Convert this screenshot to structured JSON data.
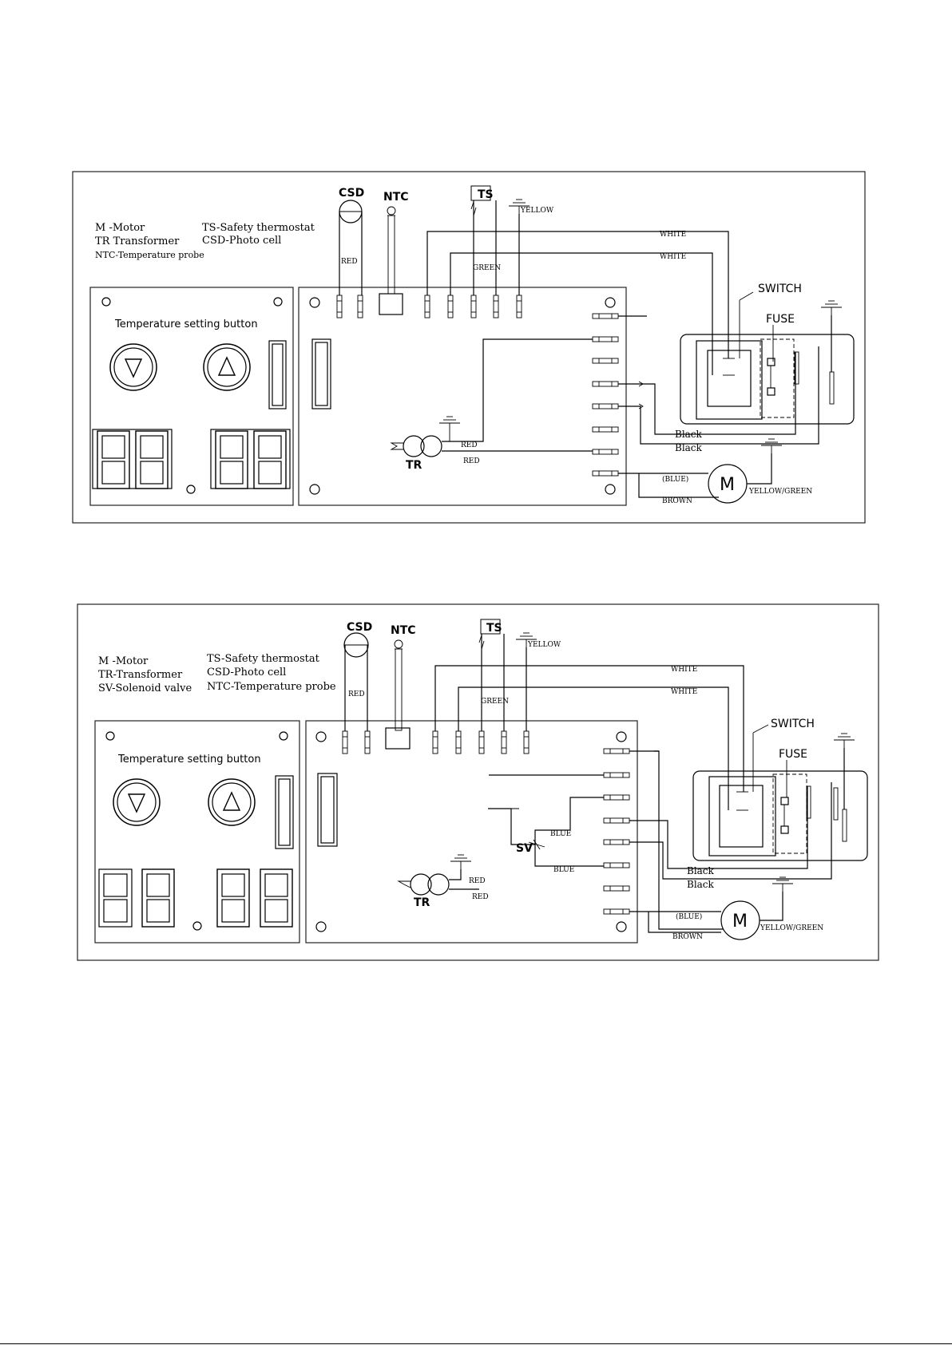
{
  "diagrams": [
    {
      "legend": {
        "col1": [
          "M -Motor",
          "TR Transformer",
          "NTC-Temperature probe"
        ],
        "col2": [
          "TS-Safety thermostat",
          "CSD-Photo cell"
        ]
      },
      "components": {
        "csd": "CSD",
        "ntc": "NTC",
        "ts": "TS",
        "switch": "SWITCH",
        "fuse": "FUSE",
        "tr": "TR",
        "motor": "M"
      },
      "panel_title": "Temperature setting button",
      "wires": {
        "yellow": "YELLOW",
        "red_csd": "RED",
        "green": "GREEN",
        "white1": "WHITE",
        "white2": "WHITE",
        "black1": "Black",
        "black2": "Black",
        "blue": "(BLUE)",
        "brown": "BROWN",
        "yellow_green": "YELLOW/GREEN",
        "red_tr1": "RED",
        "red_tr2": "RED"
      }
    },
    {
      "legend": {
        "col1": [
          "M -Motor",
          "TR-Transformer",
          "SV-Solenoid valve"
        ],
        "col2": [
          "TS-Safety thermostat",
          "CSD-Photo cell",
          "NTC-Temperature probe"
        ]
      },
      "components": {
        "csd": "CSD",
        "ntc": "NTC",
        "ts": "TS",
        "switch": "SWITCH",
        "fuse": "FUSE",
        "tr": "TR",
        "sv": "SV",
        "motor": "M"
      },
      "panel_title": "Temperature setting button",
      "wires": {
        "yellow": "YELLOW",
        "red_csd": "RED",
        "green": "GREEN",
        "white1": "WHITE",
        "white2": "WHITE",
        "black1": "Black",
        "black2": "Black",
        "blue": "(BLUE)",
        "brown": "BROWN",
        "yellow_green": "YELLOW/GREEN",
        "red_tr1": "RED",
        "red_tr2": "RED",
        "blue_sv1": "BLUE",
        "blue_sv2": "BLUE"
      }
    }
  ]
}
